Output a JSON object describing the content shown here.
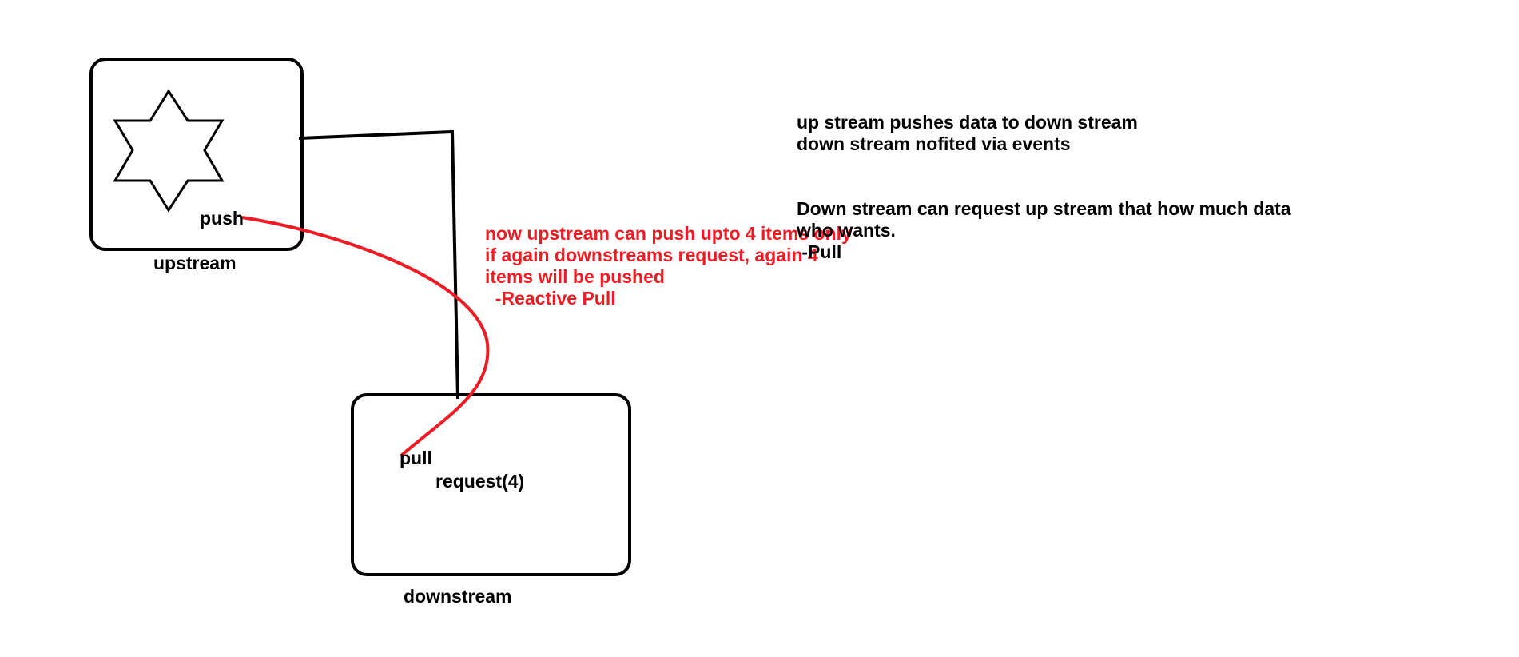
{
  "colors": {
    "ink": "#000000",
    "annotation": "#ed1c24",
    "background": "#ffffff"
  },
  "upstream": {
    "label": "upstream",
    "icon": "six-pointed-star",
    "push_label": "push"
  },
  "downstream": {
    "label": "downstream",
    "pull_label": "pull",
    "request_label": "request(4)"
  },
  "reactive_note": {
    "lines": [
      "now  upstream can push upto 4 items only",
      "if again downstreams request, again 4",
      "items will be pushed",
      "  -Reactive Pull"
    ]
  },
  "notes": {
    "push_lines": [
      "up stream pushes data to down stream",
      "down stream nofited via events"
    ],
    "pull_lines": [
      "Down stream can request up stream that how much data",
      "who wants.",
      " -Pull"
    ]
  }
}
